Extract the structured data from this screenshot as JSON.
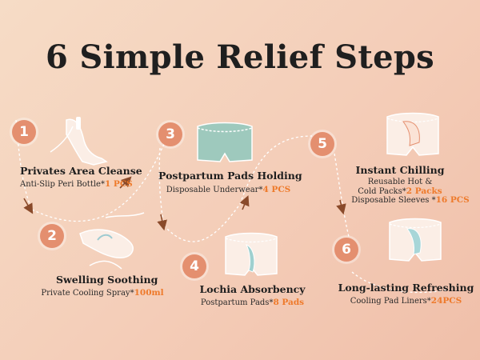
{
  "title": "6 Simple Relief Steps",
  "steps": [
    {
      "number": "1",
      "title": "Privates Area Cleanse",
      "item": "Anti-Slip Peri Bottle",
      "sep": "*",
      "qty": "1 PCS"
    },
    {
      "number": "2",
      "title": "Swelling Soothing",
      "item": "Private Cooling Spray",
      "sep": "*",
      "qty": "100ml"
    },
    {
      "number": "3",
      "title": "Postpartum Pads Holding",
      "item": "Disposable Underwear",
      "sep": "*",
      "qty": "4 PCS"
    },
    {
      "number": "4",
      "title": "Lochia Absorbency",
      "item": "Postpartum Pads",
      "sep": "*",
      "qty": "8 Pads"
    },
    {
      "number": "5",
      "title": "Instant Chilling",
      "item_line1": "Reusable Hot &",
      "item_line2": "Cold Packs",
      "sep": "*",
      "qty": "2 Packs",
      "item2": "Disposable Sleeves ",
      "sep2": "*",
      "qty2": "16 PCS"
    },
    {
      "number": "6",
      "title": "Long-lasting Refreshing",
      "item": "Cooling Pad Liners",
      "sep": "*",
      "qty": "24PCS"
    }
  ],
  "colors": {
    "background": "#f4cdb8",
    "badge": "#e48f6f",
    "highlight": "#ee7a2b",
    "arrow": "#8a4a2a",
    "underwear_fill": "#9ec9bd"
  },
  "icons": [
    "legs-shower-icon",
    "legs-spray-icon",
    "underwear-icon",
    "underwear-pad-icon",
    "cold-pack-icon",
    "pad-liner-icon"
  ]
}
